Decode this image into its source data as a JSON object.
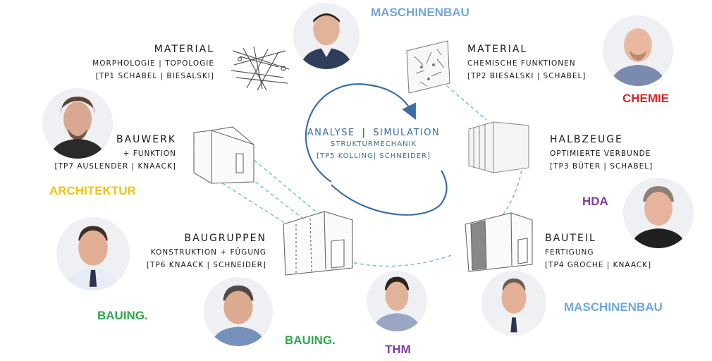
{
  "center": {
    "title_left": "ANALYSE",
    "title_sep": "|",
    "title_right": "SIMULATION",
    "subtitle": "STRUKTURMECHANIK",
    "project": "[TP5 KOLLING| SCHNEIDER]"
  },
  "blocks": {
    "material_tl": {
      "title": "MATERIAL",
      "line1": "MORPHOLOGIE | TOPOLOGIE",
      "line2": "[TP1 SCHABEL | BIESALSKI]"
    },
    "material_tr": {
      "title": "MATERIAL",
      "line1": "CHEMISCHE FUNKTIONEN",
      "line2": "[TP2 BIESALSKI | SCHABEL]"
    },
    "bauwerk": {
      "title": "BAUWERK",
      "line1": "+ FUNKTION",
      "line2": "[TP7 AUSLENDER | KNAACK]"
    },
    "halbzeuge": {
      "title": "HALBZEUGE",
      "line1": "OPTIMIERTE VERBUNDE",
      "line2": "[TP3 BÜTER | SCHABEL]"
    },
    "baugruppen": {
      "title": "BAUGRUPPEN",
      "line1": "KONSTRUKTION + FÜGUNG",
      "line2": "[TP6 KNAACK | SCHNEIDER]"
    },
    "bauteil": {
      "title": "BAUTEIL",
      "line1": "FERTIGUNG",
      "line2": "[TP4 GROCHE | KNAACK]"
    }
  },
  "departments": {
    "maschinenbau_top": "MASCHINENBAU",
    "chemie": "CHEMIE",
    "architektur": "ARCHITEKTUR",
    "hda": "HDA",
    "bauing_left": "BAUING.",
    "bauing_bottom": "BAUING.",
    "thm": "THM",
    "maschinenbau_bottom": "MASCHINENBAU"
  },
  "colors": {
    "maschinenbau": "#6fa8dc",
    "chemie": "#d8262a",
    "architektur": "#f1c40f",
    "hda": "#7b3fa0",
    "bauing": "#2ea84a",
    "thm": "#7b3fa0",
    "cycle": "#3a6ea5",
    "dashed": "#5bb8e0"
  }
}
